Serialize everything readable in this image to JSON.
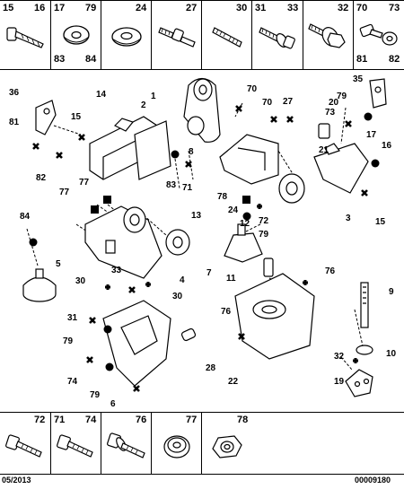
{
  "top_strip": [
    {
      "labels": [
        "15",
        "16"
      ]
    },
    {
      "labels": [
        "17",
        "79",
        "83",
        "84"
      ]
    },
    {
      "labels": [
        "24"
      ]
    },
    {
      "labels": [
        "27"
      ]
    },
    {
      "labels": [
        "30"
      ]
    },
    {
      "labels": [
        "31",
        "33"
      ]
    },
    {
      "labels": [
        "32"
      ]
    },
    {
      "labels": [
        "70",
        "73",
        "81",
        "82"
      ]
    }
  ],
  "bottom_strip": [
    {
      "labels": [
        "72"
      ]
    },
    {
      "labels": [
        "71",
        "74"
      ]
    },
    {
      "labels": [
        "76"
      ]
    },
    {
      "labels": [
        "77"
      ]
    },
    {
      "labels": [
        "78"
      ]
    }
  ],
  "callouts": [
    "1",
    "2",
    "3",
    "4",
    "5",
    "6",
    "7",
    "8",
    "9",
    "10",
    "11",
    "12",
    "13",
    "14",
    "15",
    "15",
    "16",
    "17",
    "19",
    "20",
    "21",
    "22",
    "24",
    "27",
    "28",
    "30",
    "30",
    "31",
    "32",
    "33",
    "35",
    "36",
    "70",
    "70",
    "71",
    "72",
    "73",
    "74",
    "76",
    "76",
    "77",
    "77",
    "78",
    "79",
    "79",
    "79",
    "79",
    "81",
    "82",
    "83",
    "84"
  ],
  "footer": {
    "date": "05/2013",
    "code": "00009180"
  }
}
